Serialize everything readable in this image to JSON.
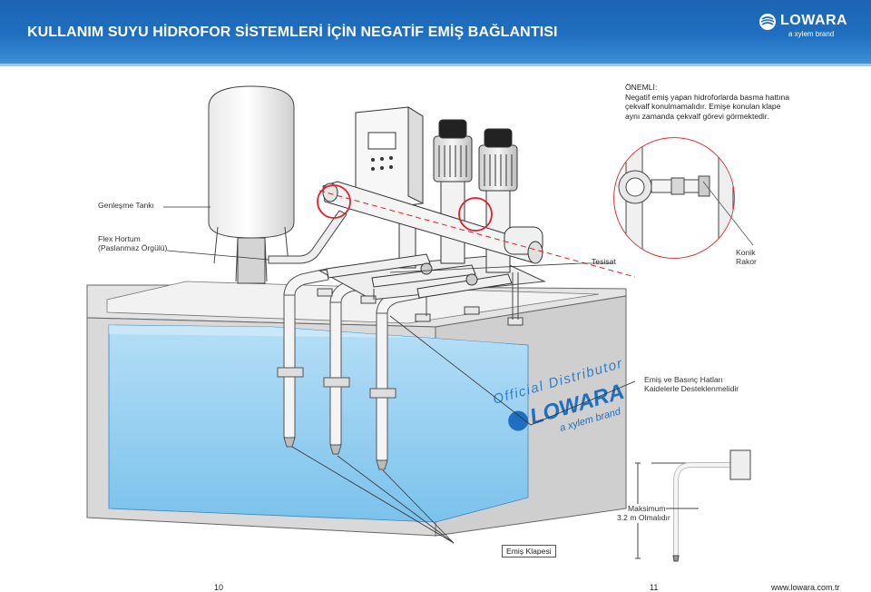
{
  "header": {
    "title": "KULLANIM SUYU HİDROFOR SİSTEMLERİ İÇİN NEGATİF EMİŞ BAĞLANTISI",
    "logo_word": "LOWARA",
    "logo_tagline": "a xylem brand"
  },
  "note": {
    "heading": "ÖNEMLİ:",
    "lines": [
      "Negatif emiş yapan hidroforlarda basma hattına",
      "çekvalf konulmamalıdır. Emişe konulan klape",
      "aynı zamanda çekvalf görevi görmektedir."
    ]
  },
  "labels": {
    "expansion_tank": "Genleşme Tankı",
    "flex_hose_1": "Flex Hortum",
    "flex_hose_2": "(Paslanmaz Örgülü)",
    "installation": "Tesisat",
    "reducer_1": "Konik",
    "reducer_2": "Rakor",
    "support_1": "Emiş ve Basınç Hatları",
    "support_2": "Kaidelerle Desteklenmelidir",
    "max_1": "Maksimum",
    "max_2": "3.2 m Olmalıdır",
    "foot_valve": "Emiş Klapesi"
  },
  "watermark": {
    "line1": "Official Distributor",
    "line2": "LOWARA",
    "line3": "a xylem brand"
  },
  "footer": {
    "page_left": "10",
    "page_right": "11",
    "website": "www.lowara.com.tr"
  },
  "colors": {
    "header_blue": "#1f6fc0",
    "water_blue": "#8ccbef",
    "callout_red": "#e0202a",
    "box_gray": "#d6d6d6"
  }
}
